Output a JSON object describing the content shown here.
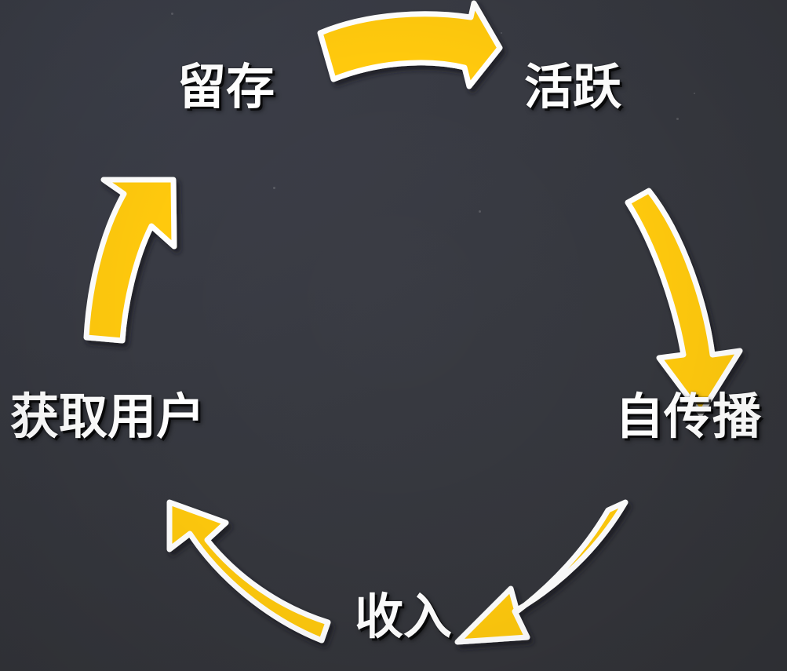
{
  "slide": {
    "kind": "growth-loop-cycle-diagram",
    "background_color": "#36383f",
    "arrow_color": "#FFC90E",
    "arrow_outline_color": "#FFFFFF",
    "label_color": "#FFFFFF",
    "direction": "clockwise"
  },
  "nodes": [
    {
      "id": "retention",
      "label": "留存",
      "position": "top-left"
    },
    {
      "id": "active",
      "label": "活跃",
      "position": "top-right"
    },
    {
      "id": "viral",
      "label": "自传播",
      "position": "right"
    },
    {
      "id": "revenue",
      "label": "收入",
      "position": "bottom"
    },
    {
      "id": "acquisition",
      "label": "获取用户",
      "position": "left"
    }
  ],
  "arrows": [
    {
      "id": "arrow-retention-to-active",
      "from": "retention",
      "to": "active",
      "position": "top",
      "points": "right"
    },
    {
      "id": "arrow-active-to-viral",
      "from": "active",
      "to": "viral",
      "position": "upper-right",
      "points": "down"
    },
    {
      "id": "arrow-viral-to-revenue",
      "from": "viral",
      "to": "revenue",
      "position": "lower-right",
      "points": "down-left"
    },
    {
      "id": "arrow-revenue-to-acq",
      "from": "revenue",
      "to": "acquisition",
      "position": "lower-left",
      "points": "up-left"
    },
    {
      "id": "arrow-acq-to-retention",
      "from": "acquisition",
      "to": "retention",
      "position": "upper-left",
      "points": "up"
    }
  ]
}
